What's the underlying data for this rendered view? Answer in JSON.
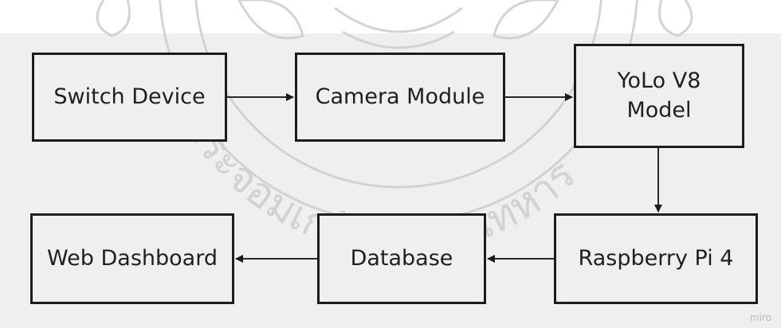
{
  "diagram": {
    "nodes": {
      "switch": "Switch Device",
      "camera": "Camera Module",
      "yolo": "YoLo V8\nModel",
      "rpi": "Raspberry Pi 4",
      "db": "Database",
      "web": "Web Dashboard"
    },
    "edges": [
      {
        "from": "switch",
        "to": "camera"
      },
      {
        "from": "camera",
        "to": "yolo"
      },
      {
        "from": "yolo",
        "to": "rpi"
      },
      {
        "from": "rpi",
        "to": "db"
      },
      {
        "from": "db",
        "to": "web"
      }
    ],
    "brand": "miro",
    "watermark_text": "พระจอมเกล้าเจ้าคุณทหาร"
  },
  "colors": {
    "background": "#efefef",
    "border": "#1c1c1c",
    "text": "#1f1f1f",
    "watermark": "#c9c9c9"
  }
}
